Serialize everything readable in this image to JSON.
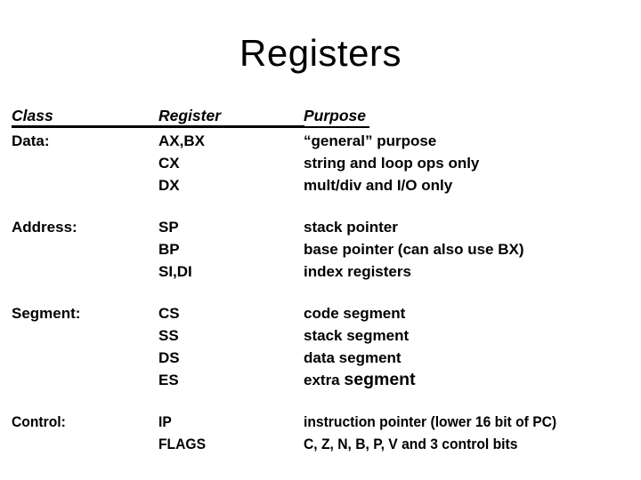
{
  "slide": {
    "title": "Registers",
    "colors": {
      "background": "#ffffff",
      "text": "#000000"
    },
    "table": {
      "headers": {
        "class": "Class",
        "register": "Register",
        "purpose": "Purpose"
      },
      "sections": [
        {
          "class_label": "Data:",
          "rows": [
            {
              "register": "AX,BX",
              "purpose": "“general” purpose"
            },
            {
              "register": "CX",
              "purpose": "string and loop ops only"
            },
            {
              "register": "DX",
              "purpose": "mult/div and I/O only"
            }
          ]
        },
        {
          "class_label": "Address:",
          "rows": [
            {
              "register": "SP",
              "purpose": "stack pointer"
            },
            {
              "register": "BP",
              "purpose": "base pointer (can also use BX)"
            },
            {
              "register": "SI,DI",
              "purpose": "index registers"
            }
          ]
        },
        {
          "class_label": "Segment:",
          "rows": [
            {
              "register": "CS",
              "purpose": "code segment"
            },
            {
              "register": "SS",
              "purpose": "stack segment"
            },
            {
              "register": "DS",
              "purpose": "data segment"
            },
            {
              "register": "ES",
              "purpose_prefix": "extra ",
              "purpose_emphasis": "segment"
            }
          ]
        },
        {
          "class_label": "Control:",
          "rows": [
            {
              "register": "IP",
              "purpose": "instruction pointer (lower 16 bit of PC)"
            },
            {
              "register": "FLAGS",
              "purpose": "C, Z, N, B, P, V and 3 control bits"
            }
          ]
        }
      ]
    }
  }
}
